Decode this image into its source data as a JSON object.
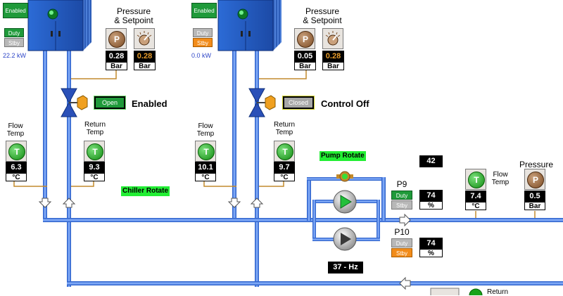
{
  "chiller1": {
    "enabled_label": "Enabled",
    "duty_label": "Duty",
    "stby_label": "Stby",
    "power": "22.2 kW",
    "pressure_title_line1": "Pressure",
    "pressure_title_line2": "& Setpoint",
    "pressure_icon": "P",
    "pressure_value": "0.28",
    "pressure_unit": "Bar",
    "setpoint_value": "0.28",
    "setpoint_unit": "Bar",
    "valve_state": "Open",
    "valve_status": "Enabled",
    "flow_label_line1": "Flow",
    "flow_label_line2": "Temp",
    "flow_icon": "T",
    "flow_value": "6.3",
    "flow_unit": "°C",
    "return_label_line1": "Return",
    "return_label_line2": "Temp",
    "return_icon": "T",
    "return_value": "9.3",
    "return_unit": "°C",
    "rotate_label": "Chiller Rotate"
  },
  "chiller2": {
    "enabled_label": "Enabled",
    "duty_label": "Duty",
    "stby_label": "Stby",
    "power": "0.0 kW",
    "pressure_title_line1": "Pressure",
    "pressure_title_line2": "& Setpoint",
    "pressure_icon": "P",
    "pressure_value": "0.05",
    "pressure_unit": "Bar",
    "setpoint_value": "0.28",
    "setpoint_unit": "Bar",
    "valve_state": "Closed",
    "valve_status": "Control Off",
    "flow_label_line1": "Flow",
    "flow_label_line2": "Temp",
    "flow_icon": "T",
    "flow_value": "10.1",
    "flow_unit": "°C",
    "return_label_line1": "Return",
    "return_label_line2": "Temp",
    "return_icon": "T",
    "return_value": "9.7",
    "return_unit": "°C"
  },
  "pumps": {
    "rotate_label": "Pump Rotate",
    "top_value": "42",
    "p9": {
      "name": "P9",
      "duty_label": "Duty",
      "stby_label": "Stby",
      "value": "74",
      "unit": "%"
    },
    "p10": {
      "name": "P10",
      "duty_label": "Duty",
      "stby_label": "Stby",
      "value": "74",
      "unit": "%"
    },
    "freq": "37 - Hz"
  },
  "header_right": {
    "flow_label_line1": "Flow",
    "flow_label_line2": "Temp",
    "flow_icon": "T",
    "flow_value": "7.4",
    "flow_unit": "°C",
    "pressure_label": "Pressure",
    "pressure_icon": "P",
    "pressure_value": "0.5",
    "pressure_unit": "Bar",
    "return_label": "Return"
  },
  "colors": {
    "pipe": "#2a6be0",
    "chiller_body": "#2b64c9",
    "enabled_green": "#1f9a3a",
    "stby_orange": "#f28c1a",
    "status_green": "#22ee33"
  }
}
